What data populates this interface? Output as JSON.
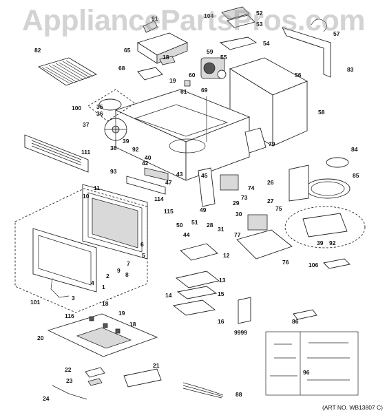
{
  "watermark": "AppliancePartsPros.com",
  "art_number": "(ART NO. WB13807 C)",
  "part_labels": [
    "91",
    "104",
    "52",
    "53",
    "57",
    "65",
    "54",
    "82",
    "18",
    "59",
    "55",
    "56",
    "83",
    "68",
    "60",
    "61",
    "19",
    "69",
    "100",
    "35",
    "36",
    "58",
    "37",
    "39",
    "92",
    "38",
    "111",
    "40",
    "79",
    "84",
    "42",
    "93",
    "43",
    "45",
    "26",
    "85",
    "47",
    "74",
    "73",
    "114",
    "27",
    "11",
    "10",
    "115",
    "49",
    "29",
    "28",
    "50",
    "51",
    "30",
    "75",
    "31",
    "6",
    "77",
    "44",
    "5",
    "12",
    "7",
    "9",
    "2",
    "8",
    "4",
    "1",
    "39",
    "92",
    "76",
    "106",
    "101",
    "3",
    "13",
    "14",
    "15",
    "16",
    "9999",
    "18",
    "116",
    "19",
    "18",
    "86",
    "20",
    "21",
    "22",
    "96",
    "23",
    "24",
    "88"
  ],
  "colors": {
    "line": "#222222",
    "watermark": "#969696",
    "background": "#ffffff"
  }
}
